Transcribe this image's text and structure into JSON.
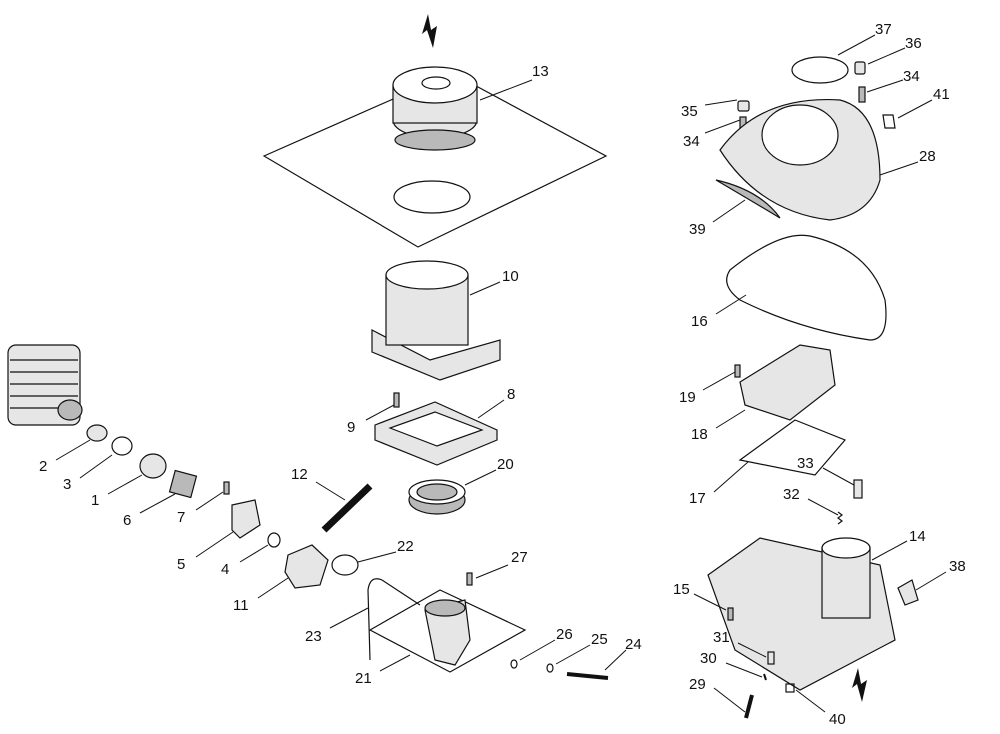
{
  "diagram": {
    "type": "exploded parts diagram",
    "part_numbers": [
      "13",
      "37",
      "36",
      "34",
      "35",
      "34",
      "41",
      "28",
      "39",
      "10",
      "16",
      "19",
      "18",
      "8",
      "9",
      "2",
      "3",
      "1",
      "6",
      "7",
      "20",
      "12",
      "33",
      "32",
      "17",
      "14",
      "38",
      "22",
      "27",
      "5",
      "4",
      "11",
      "15",
      "23",
      "26",
      "25",
      "24",
      "31",
      "30",
      "21",
      "29",
      "40"
    ],
    "icons": {
      "arrow_top": "lightning-arrow-down",
      "arrow_bottom": "lightning-arrow-down"
    },
    "line_color": "#111111",
    "part_fill": "#e6e6e6"
  }
}
